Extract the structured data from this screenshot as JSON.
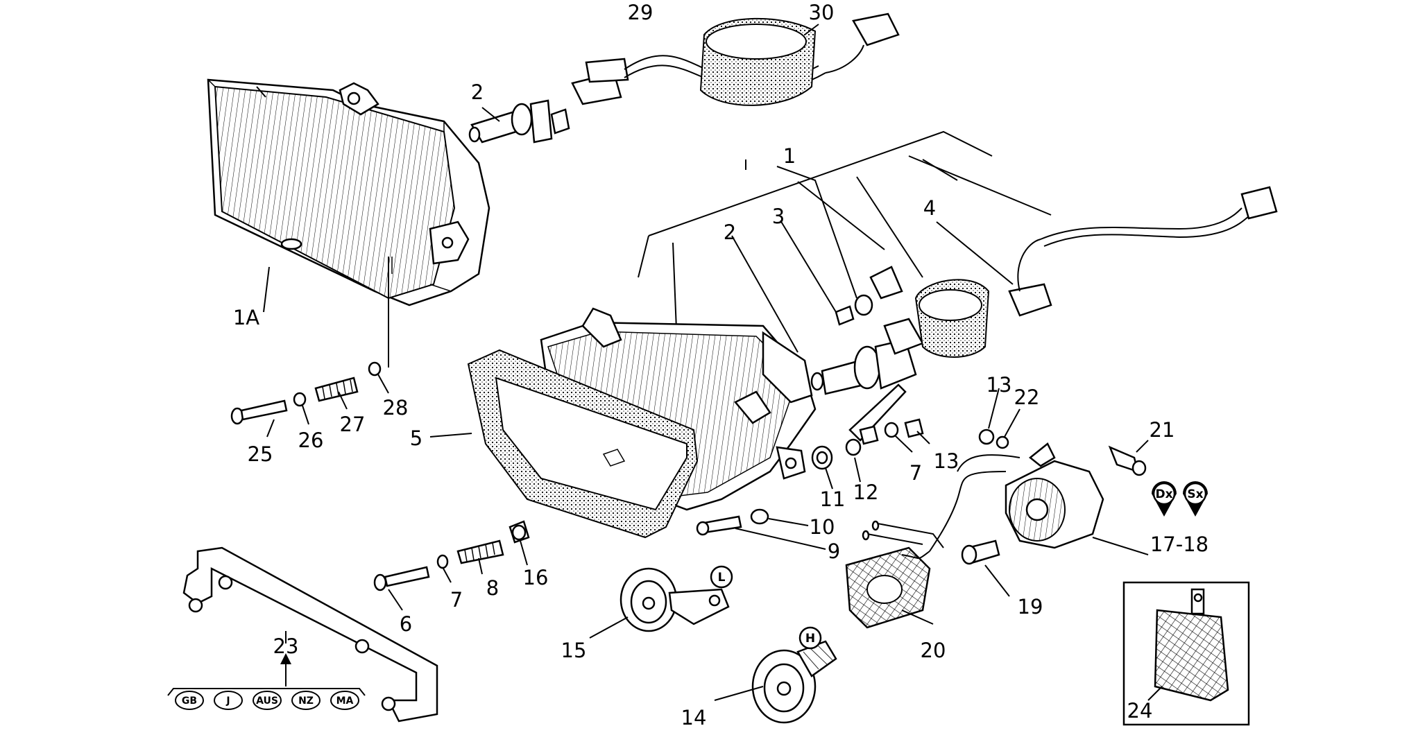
{
  "labels": {
    "l1": "1",
    "l1a": "1A",
    "l2a": "2",
    "l2b": "2",
    "l3": "3",
    "l4": "4",
    "l5": "5",
    "l6": "6",
    "l7a": "7",
    "l7b": "7",
    "l8": "8",
    "l9": "9",
    "l10": "10",
    "l11": "11",
    "l12": "12",
    "l13a": "13",
    "l13b": "13",
    "l14": "14",
    "l15": "15",
    "l16": "16",
    "l17_18": "17-18",
    "l19": "19",
    "l20": "20",
    "l21": "21",
    "l22": "22",
    "l23": "23",
    "l24": "24",
    "l25": "25",
    "l26": "26",
    "l27": "27",
    "l28": "28",
    "l29": "29",
    "l30": "30"
  },
  "bubbles": {
    "left_horn": "L",
    "high_horn": "H",
    "right": "Dx",
    "left": "Sx"
  },
  "markets": [
    "GB",
    "J",
    "AUS",
    "NZ",
    "MA"
  ]
}
